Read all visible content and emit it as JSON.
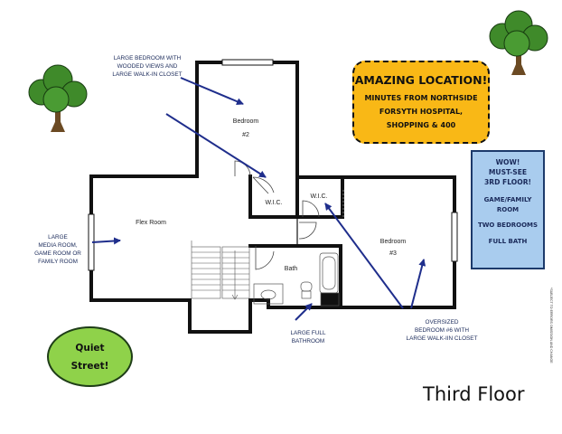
{
  "callouts": {
    "bedroom2": [
      "LARGE BEDROOM WITH",
      "WOODED VIEWS AND",
      "LARGE WALK-IN CLOSET"
    ],
    "media": [
      "LARGE",
      "MEDIA ROOM,",
      "GAME ROOM OR",
      "FAMILY ROOM"
    ],
    "bath": [
      "LARGE FULL",
      "BATHROOM"
    ],
    "bedroom3": [
      "OVERSIZED",
      "BEDROOM #6 WITH",
      "LARGE WALK-IIN CLOSET"
    ]
  },
  "rooms": {
    "bedroom2_name": "Bedroom",
    "bedroom2_num": "#2",
    "wic_left": "W.I.C.",
    "wic_right": "W.I.C.",
    "flex": "Flex Room",
    "bedroom3_name": "Bedroom",
    "bedroom3_num": "#3",
    "bath": "Bath"
  },
  "promo": {
    "headline": "AMAZING LOCATION!",
    "lines": [
      "MINUTES FROM NORTHSIDE",
      "FORSYTH HOSPITAL,",
      "SHOPPING & 400"
    ],
    "color": "#f9b816"
  },
  "features": {
    "lines": [
      "WOW!",
      "MUST-SEE",
      "3RD FLOOR!"
    ],
    "items": [
      "GAME/FAMILY",
      "ROOM",
      "TWO BEDROOMS",
      "FULL BATH"
    ],
    "color": "#a9ccee"
  },
  "quiet": {
    "lines": [
      "Quiet",
      "Street!"
    ],
    "color": "#8fd24a"
  },
  "floor_title": "Third Floor",
  "disclaimer": "*SUBJECT TO ERRORS OMISSION AND CHANGE",
  "icons": [
    "tree-icon",
    "tree-icon"
  ],
  "colors": {
    "wall": "#111111",
    "arrow": "#1f2e8c",
    "label": "#1a2a5a"
  }
}
